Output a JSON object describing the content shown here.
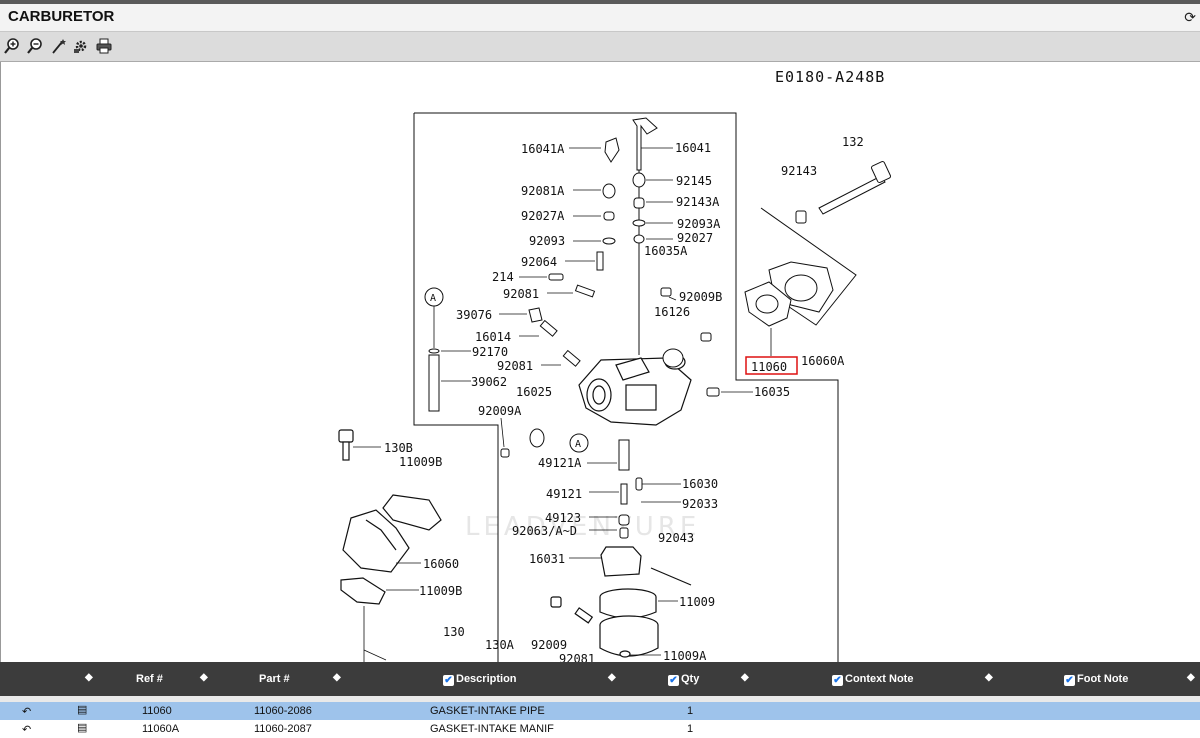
{
  "window": {
    "title": "CARBURETOR"
  },
  "toolbar": {
    "icons": [
      "zoom-in-icon",
      "zoom-out-icon",
      "magic-wand-icon",
      "settings-icon",
      "print-icon"
    ]
  },
  "diagram": {
    "code": "E0180-A248B",
    "watermark": "LEADVENTURE",
    "callouts": {
      "c16041A": "16041A",
      "c16041": "16041",
      "c92081A": "92081A",
      "c92145": "92145",
      "c92143A": "92143A",
      "c92027A": "92027A",
      "c92093A": "92093A",
      "c92093": "92093",
      "c92027": "92027",
      "c16035A": "16035A",
      "c92064": "92064",
      "c214": "214",
      "c92081a": "92081",
      "c92009B": "92009B",
      "c39076": "39076",
      "c16126": "16126",
      "c16014": "16014",
      "c92170": "92170",
      "c92081b": "92081",
      "c39062": "39062",
      "c16025": "16025",
      "c92009A": "92009A",
      "c16035": "16035",
      "c130B": "130B",
      "c11009B": "11009B",
      "c49121A": "49121A",
      "c16030": "16030",
      "c49121": "49121",
      "c92033": "92033",
      "c49123": "49123",
      "c92063": "92063/A~D",
      "c92043": "92043",
      "c16031": "16031",
      "c16060": "16060",
      "c11009Bb": "11009B",
      "c11009": "11009",
      "c130": "130",
      "c130A": "130A",
      "c92009": "92009",
      "c92081c": "92081",
      "c11009A": "11009A",
      "c132": "132",
      "c92143": "92143",
      "c11060": "11060",
      "c16060A": "16060A",
      "markA": "A"
    }
  },
  "grid": {
    "headers": {
      "ref": "Ref #",
      "part": "Part #",
      "description": "Description",
      "qty": "Qty",
      "context_note": "Context Note",
      "foot_note": "Foot Note"
    },
    "rows": [
      {
        "ref": "11060",
        "part": "11060-2086",
        "description": "GASKET-INTAKE PIPE",
        "qty": "1"
      },
      {
        "ref": "11060A",
        "part": "11060-2087",
        "description": "GASKET-INTAKE MANIF",
        "qty": "1"
      }
    ],
    "selected_color": "#9ec3eb"
  }
}
